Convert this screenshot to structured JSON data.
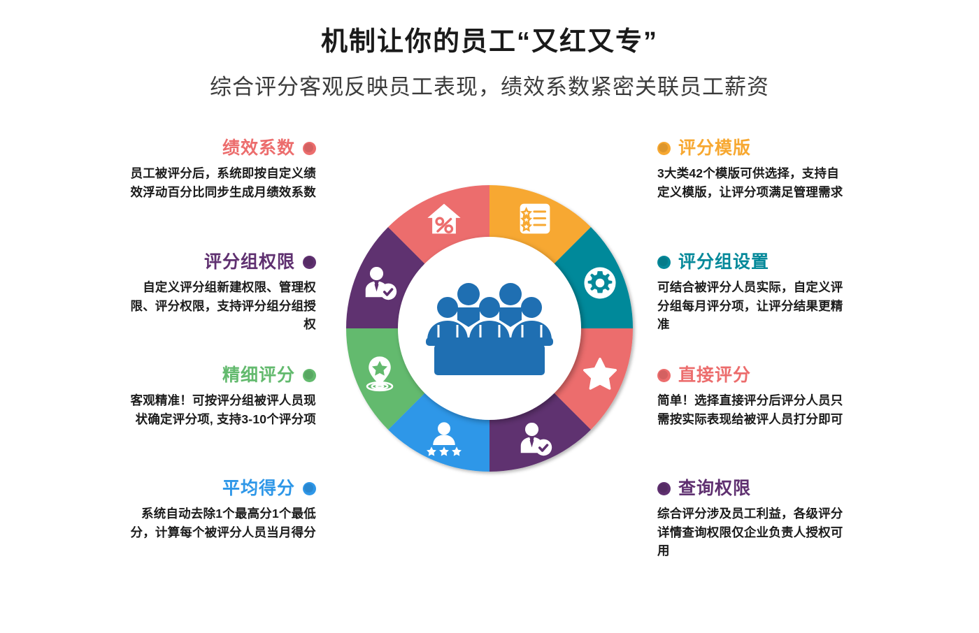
{
  "header": {
    "title": "机制让你的员工“又红又专”",
    "subtitle": "综合评分客观反映员工表现，绩效系数紧密关联员工薪资"
  },
  "colors": {
    "salmon": "#EC6D6D",
    "orange": "#F7A831",
    "teal": "#05899A",
    "purple": "#5F3070",
    "green": "#63BA6E",
    "blue": "#2E97E8",
    "hub_blue": "#1F6FB2",
    "title_dark": "#1a1a1a",
    "body_dark": "#1b1b1b"
  },
  "left_blocks": [
    {
      "title": "绩效系数",
      "color": "#EC6D6D",
      "desc": "员工被评分后，系统即按自定义绩效浮动百分比同步生成月绩效系数",
      "dot_name": "dot-performance-coefficient"
    },
    {
      "title": "评分组权限",
      "color": "#5F3070",
      "desc": "自定义评分组新建权限、管理权限、评分权限，支持评分组分组授权",
      "dot_name": "dot-group-permission"
    },
    {
      "title": "精细评分",
      "color": "#63BA6E",
      "desc": "客观精准！可按评分组被评人员现状确定评分项, 支持3-10个评分项",
      "dot_name": "dot-fine-grained-scoring"
    },
    {
      "title": "平均得分",
      "color": "#2E97E8",
      "desc": "系统自动去除1个最高分1个最低分，计算每个被评分人员当月得分",
      "dot_name": "dot-average-score"
    }
  ],
  "right_blocks": [
    {
      "title": "评分模版",
      "color": "#F7A831",
      "desc": "3大类42个模版可供选择，支持自定义模版，让评分项满足管理需求",
      "dot_name": "dot-scoring-template"
    },
    {
      "title": "评分组设置",
      "color": "#05899A",
      "desc": "可结合被评分人员实际，自定义评分组每月评分项，让评分结果更精准",
      "dot_name": "dot-group-settings"
    },
    {
      "title": "直接评分",
      "color": "#EC6D6D",
      "desc": "简单！选择直接评分后评分人员只需按实际表现给被评人员打分即可",
      "dot_name": "dot-direct-scoring"
    },
    {
      "title": "查询权限",
      "color": "#5F3070",
      "desc": "综合评分涉及员工利益，各级评分详情查询权限仅企业负责人授权可用",
      "dot_name": "dot-query-permission"
    }
  ],
  "wheel": {
    "hub_icon": "people-panel-icon",
    "segments": [
      {
        "name": "segment-scoring-template",
        "color": "#F7A831",
        "icon": "checklist-stars-icon",
        "start": -90,
        "end": -45
      },
      {
        "name": "segment-group-settings",
        "color": "#05899A",
        "icon": "gear-icon",
        "start": -45,
        "end": 0
      },
      {
        "name": "segment-direct-scoring",
        "color": "#EC6D6D",
        "icon": "star-icon",
        "start": 0,
        "end": 45
      },
      {
        "name": "segment-query-permission",
        "color": "#5F3070",
        "icon": "person-check-icon",
        "start": 45,
        "end": 90
      },
      {
        "name": "segment-average-score",
        "color": "#2E97E8",
        "icon": "person-three-stars-icon",
        "start": 90,
        "end": 135
      },
      {
        "name": "segment-fine-grained-scoring",
        "color": "#63BA6E",
        "icon": "pin-star-target-icon",
        "start": 135,
        "end": 180
      },
      {
        "name": "segment-group-permission",
        "color": "#5F3070",
        "icon": "person-check-icon",
        "start": 180,
        "end": 225
      },
      {
        "name": "segment-performance-coefficient",
        "color": "#EC6D6D",
        "icon": "house-percent-icon",
        "start": 225,
        "end": 270
      }
    ]
  }
}
